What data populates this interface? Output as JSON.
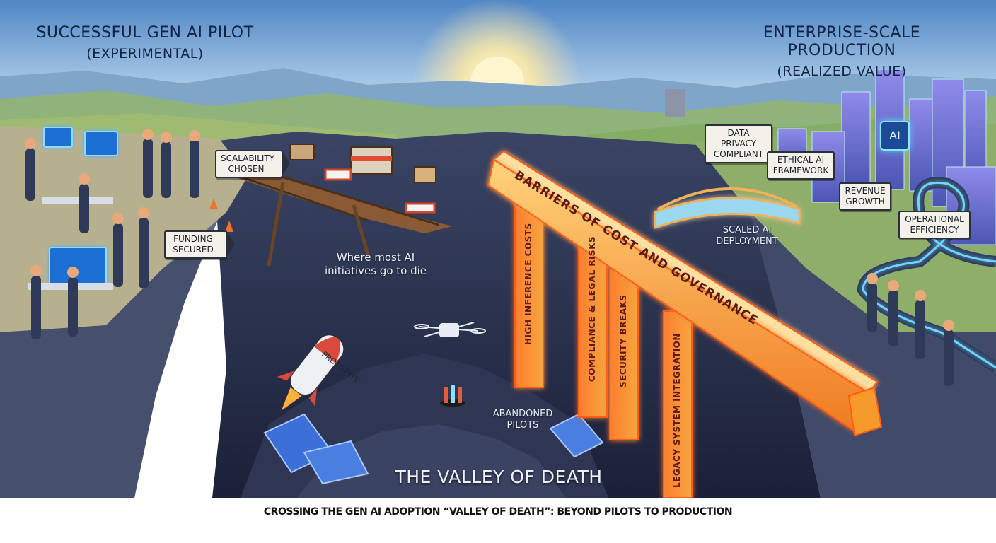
{
  "left_header": {
    "title": "SUCCESSFUL GEN AI PILOT",
    "subtitle": "(EXPERIMENTAL)"
  },
  "right_header": {
    "title": "ENTERPRISE-SCALE PRODUCTION",
    "subtitle": "(REALIZED VALUE)"
  },
  "left_signs": {
    "scalability": "SCALABILITY CHOSEN",
    "funding": "FUNDING SECURED"
  },
  "valley": {
    "bridge_caption": "Where most AI initiatives go to die",
    "rocket_label": "PROTOTYPE",
    "abandoned": "ABANDONED PILOTS",
    "name": "THE VALLEY OF DEATH"
  },
  "barrier": {
    "beam_label": "BARRIERS OF COST AND GOVERNANCE",
    "pillars": [
      "HIGH INFERENCE COSTS",
      "COMPLIANCE & LEGAL RISKS",
      "SECURITY BREAKS",
      "LEGACY SYSTEM INTEGRATION"
    ]
  },
  "right_signs": {
    "data_privacy": "DATA PRIVACY COMPLIANT",
    "ethical": "ETHICAL AI FRAMEWORK",
    "revenue": "REVENUE GROWTH",
    "efficiency": "OPERATIONAL EFFICIENCY",
    "scaled": "SCALED AI DEPLOYMENT",
    "ai_badge": "AI"
  },
  "footer": {
    "title": "CROSSING THE GEN AI ADOPTION “VALLEY OF DEATH”: BEYOND PILOTS TO PRODUCTION"
  },
  "colors": {
    "sky_top": "#6aa3d8",
    "sky_horizon": "#f8e3a8",
    "sun": "#fff3c4",
    "cliff": "#4b5a78",
    "chasm": "#2a3150",
    "beam": "#f59a2b",
    "beam_glow": "#ff6a1a",
    "grass": "#6f9a4a",
    "city": "#6a6fd8"
  }
}
